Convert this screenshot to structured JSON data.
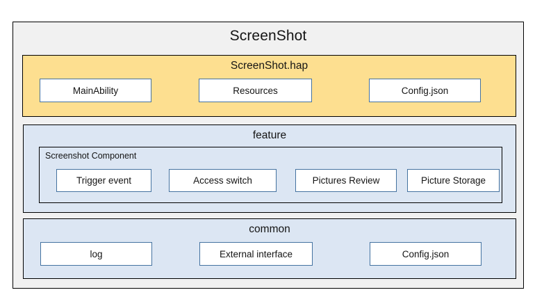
{
  "diagram": {
    "type": "layered-architecture",
    "title": "ScreenShot",
    "colors": {
      "canvas": "#ffffff",
      "container_fill": "#f1f1f1",
      "container_border": "#000000",
      "hap_fill": "#fddf90",
      "module_fill": "#dce6f3",
      "box_fill": "#ffffff",
      "box_border": "#4472a0",
      "text": "#141414"
    },
    "layers": [
      {
        "id": "hap",
        "title": "ScreenShot.hap",
        "fill": "#fddf90",
        "boxes": [
          {
            "label": "MainAbility"
          },
          {
            "label": "Resources"
          },
          {
            "label": "Config.json"
          }
        ]
      },
      {
        "id": "feature",
        "title": "feature",
        "fill": "#dce6f3",
        "subgroup": {
          "title": "Screenshot Component",
          "boxes": [
            {
              "label": "Trigger event"
            },
            {
              "label": "Access switch"
            },
            {
              "label": "Pictures Review"
            },
            {
              "label": "Picture Storage"
            }
          ]
        }
      },
      {
        "id": "common",
        "title": "common",
        "fill": "#dce6f3",
        "boxes": [
          {
            "label": "log"
          },
          {
            "label": "External interface"
          },
          {
            "label": "Config.json"
          }
        ]
      }
    ]
  }
}
